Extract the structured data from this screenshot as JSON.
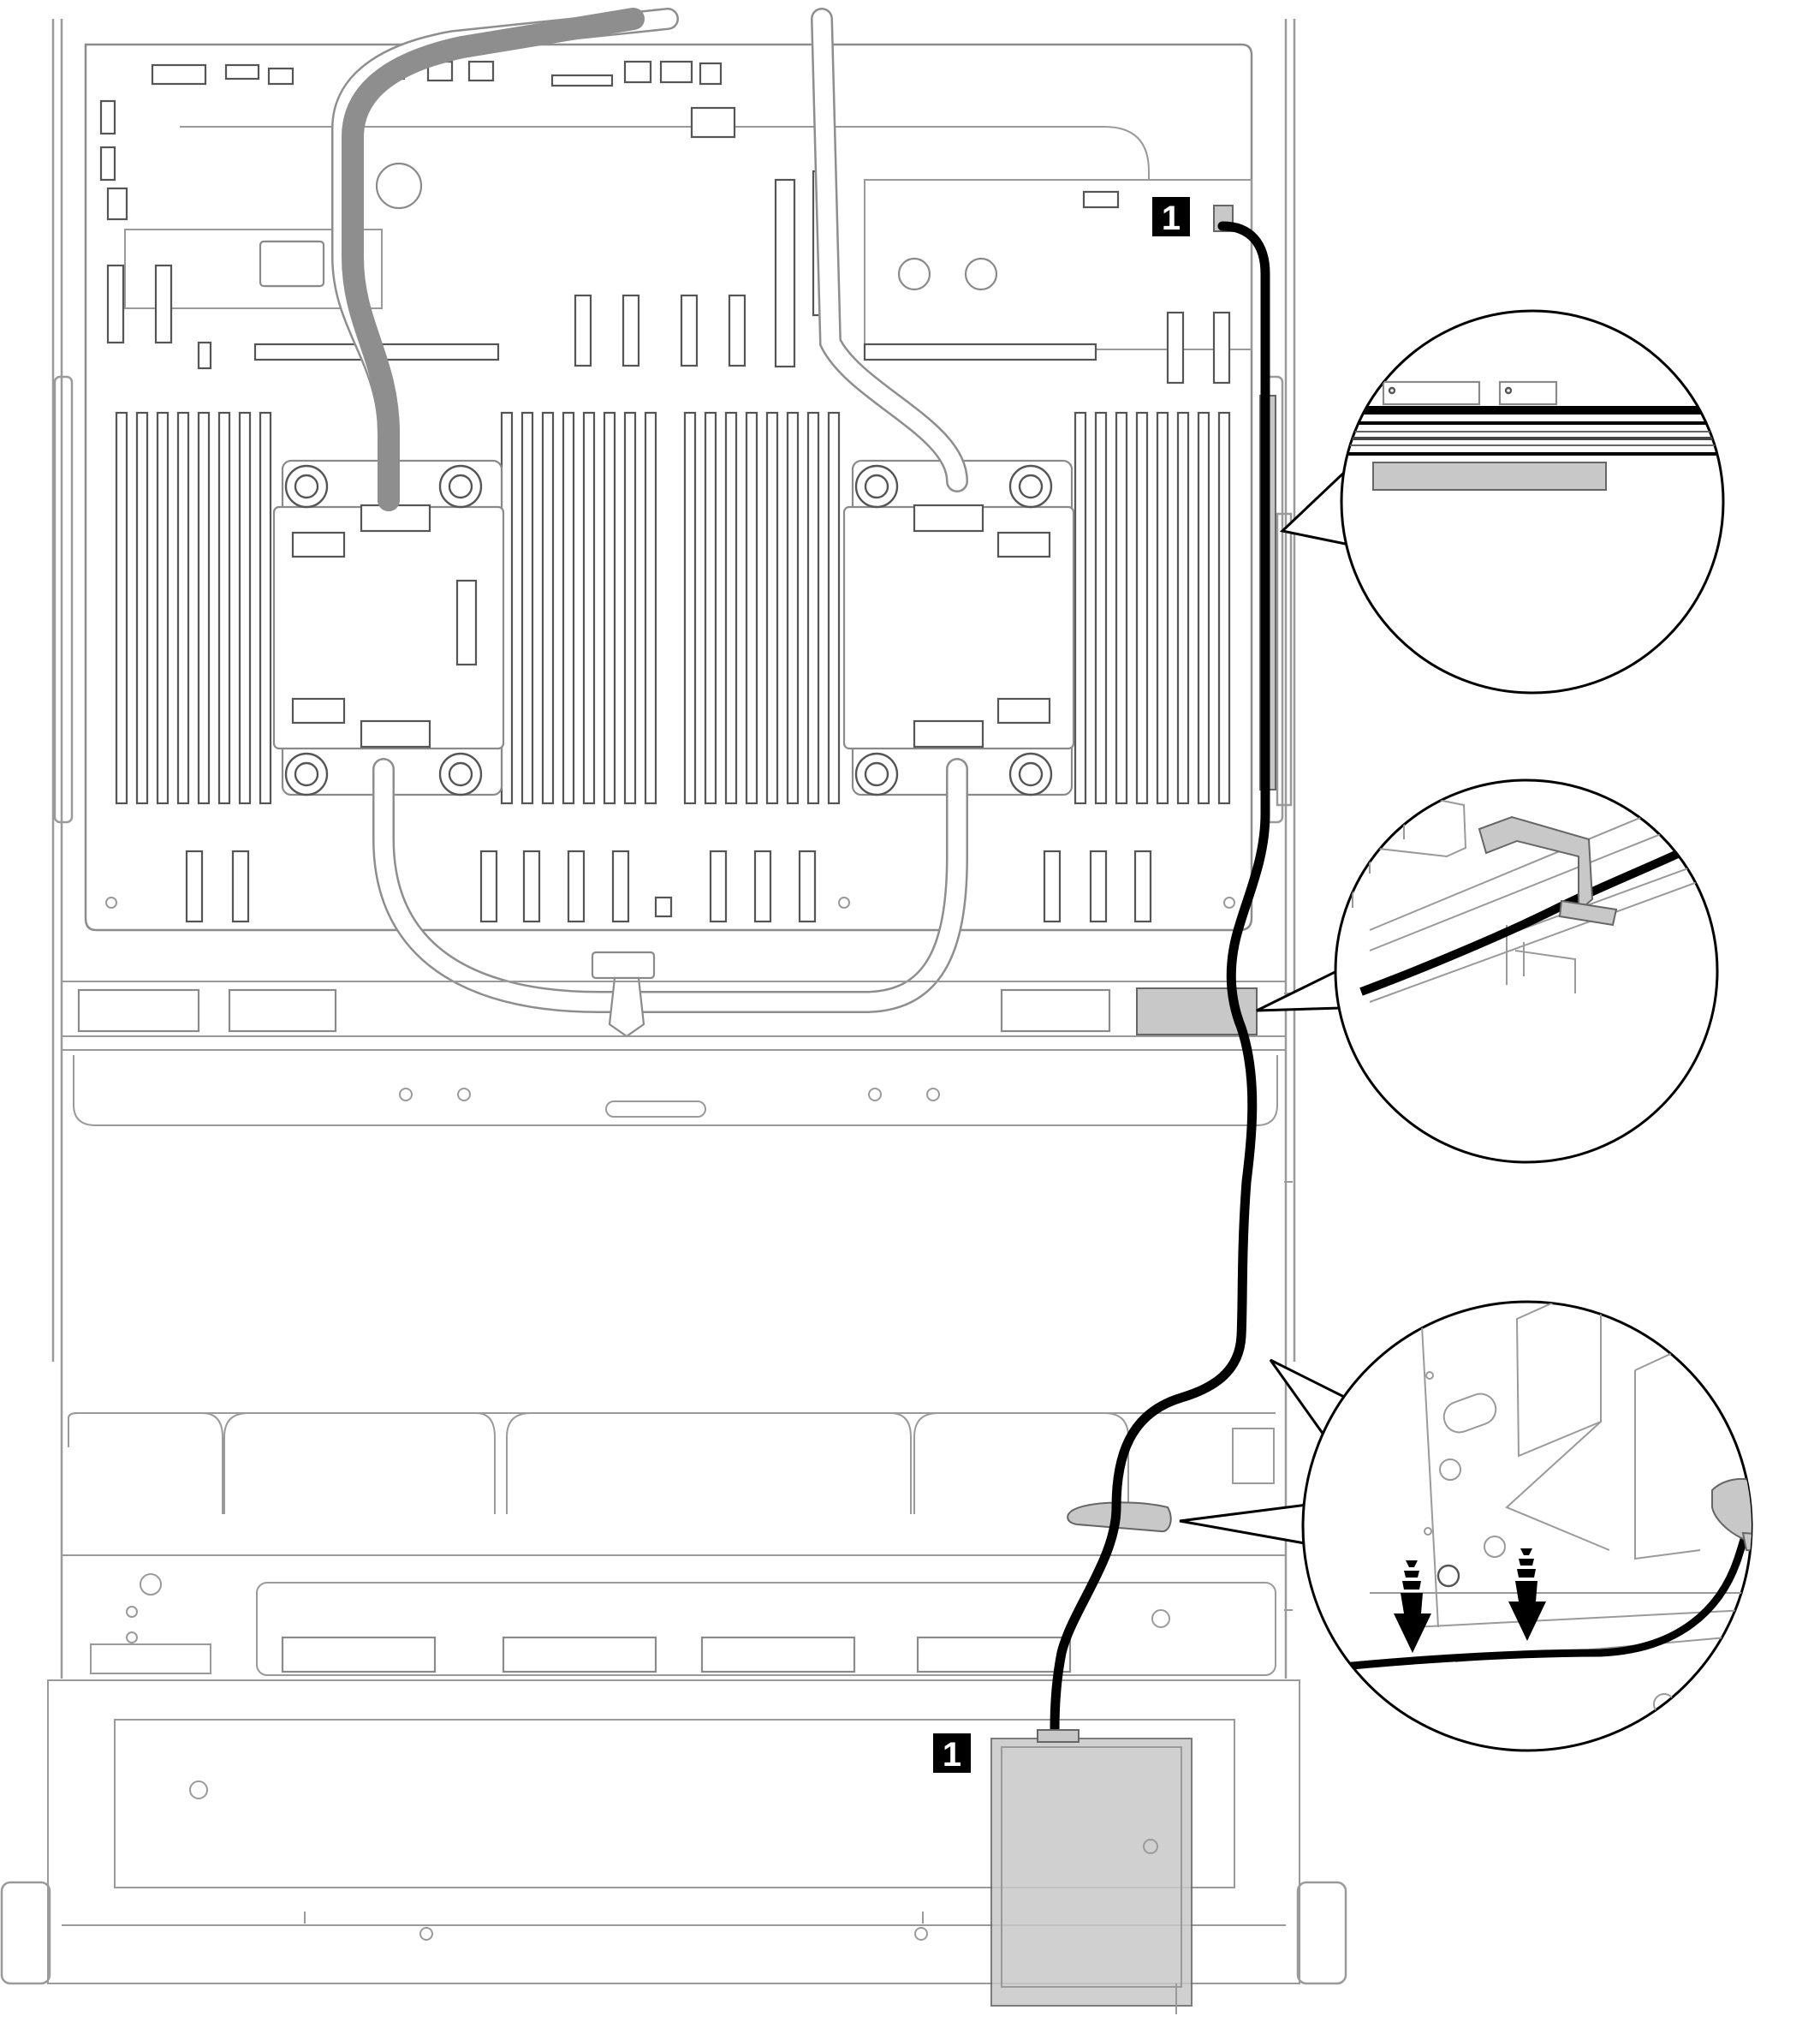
{
  "callouts": [
    {
      "id": "callout-top",
      "label": "1"
    },
    {
      "id": "callout-bottom",
      "label": "1"
    }
  ],
  "colors": {
    "cable": "#000000",
    "highlight": "#c8c8c8",
    "outline": "#9a9a9a",
    "callout_box": "#000000",
    "callout_text": "#ffffff"
  },
  "icons": [
    "down-arrow-icon",
    "cable-clip-icon",
    "magnifier-callout-icon"
  ]
}
